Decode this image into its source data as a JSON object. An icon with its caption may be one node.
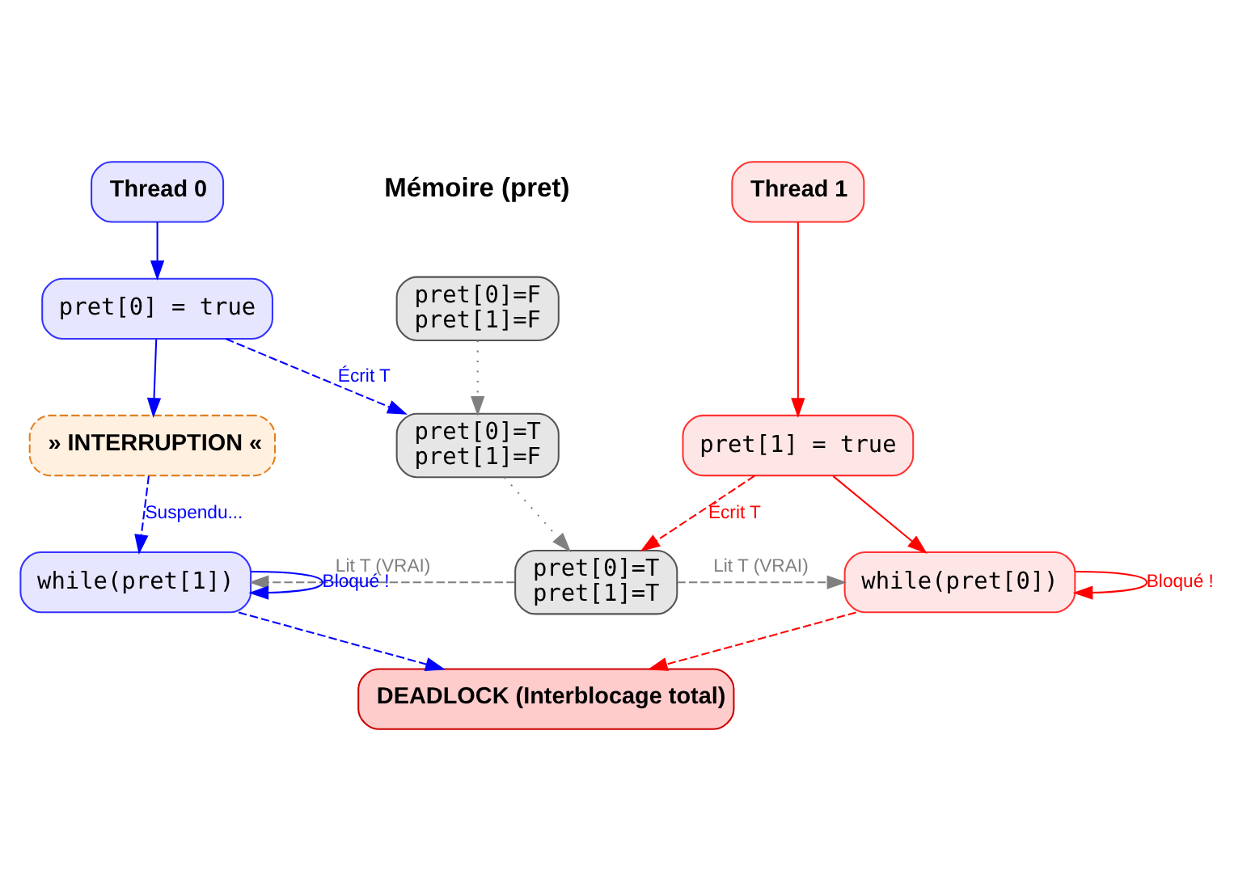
{
  "diagram": {
    "nodes": [
      {
        "text": [
          "Thread 0"
        ]
      },
      {
        "text": [
          "Thread 1"
        ]
      },
      {
        "text": [
          "pret[0]=F pret[1]=F"
        ]
      },
      {
        "text": [
          "pret[0] = true"
        ]
      },
      {
        "text": [
          "» INTERRUPTION «"
        ]
      },
      {
        "text": [
          "pret[0]=T pret[1]=F"
        ]
      },
      {
        "text": [
          "pret[1] = true"
        ]
      },
      {
        "text": [
          "pret[0]=T pret[1]=T"
        ]
      },
      {
        "text": [
          "while(pret[0])"
        ]
      },
      {
        "text": [
          "while(pret[1])"
        ]
      },
      {
        "text": [
          "DEADLOCK (Interblocage total)"
        ]
      }
    ],
    "edges": [
      {
        "from": 0,
        "to": 3,
        "arrow": "to",
        "color": "#0000ff"
      },
      {
        "from": 3,
        "to": 4,
        "arrow": "to",
        "color": "#0000ff"
      },
      {
        "from": 3,
        "to": 5,
        "arrow": "to",
        "label": "Écrit T",
        "style": "dashed",
        "color": "#0000ff"
      },
      {
        "from": 2,
        "to": 5,
        "arrow": "to",
        "style": "dashed",
        "color": "#808080"
      },
      {
        "from": 1,
        "to": 6,
        "arrow": "to",
        "color": "#ff0000"
      },
      {
        "from": 4,
        "to": 9,
        "arrow": "to",
        "label": "Suspendu...",
        "style": "dashed",
        "color": "#0000ff"
      },
      {
        "from": 5,
        "to": 7,
        "arrow": "to",
        "style": "dashed",
        "color": "#808080"
      },
      {
        "from": 6,
        "to": 7,
        "arrow": "to",
        "label": "Écrit T",
        "style": "dashed",
        "color": "#ff0000"
      },
      {
        "from": 6,
        "to": 8,
        "arrow": "to",
        "color": "#ff0000"
      },
      {
        "from": 7,
        "to": 8,
        "arrow": "to",
        "label": "Lit T (VRAI)",
        "style": "dashed",
        "color": "#808080"
      },
      {
        "from": 7,
        "to": 9,
        "arrow": "to",
        "label": "Lit T (VRAI)",
        "style": "dashed",
        "color": "#808080"
      },
      {
        "from": 8,
        "to": 8,
        "arrow": "to",
        "label": "Bloqué !",
        "color": "#ff0000"
      },
      {
        "from": 9,
        "to": 9,
        "arrow": "to",
        "label": "Bloqué !",
        "color": "#0000ff"
      },
      {
        "from": 9,
        "to": 10,
        "arrow": "to",
        "style": "dashed",
        "color": "#0000ff"
      },
      {
        "from": 8,
        "to": 10,
        "arrow": "to",
        "style": "dashed",
        "color": "#ff0000"
      }
    ],
    "labels": [
      "Mémoire (pret)"
    ]
  }
}
